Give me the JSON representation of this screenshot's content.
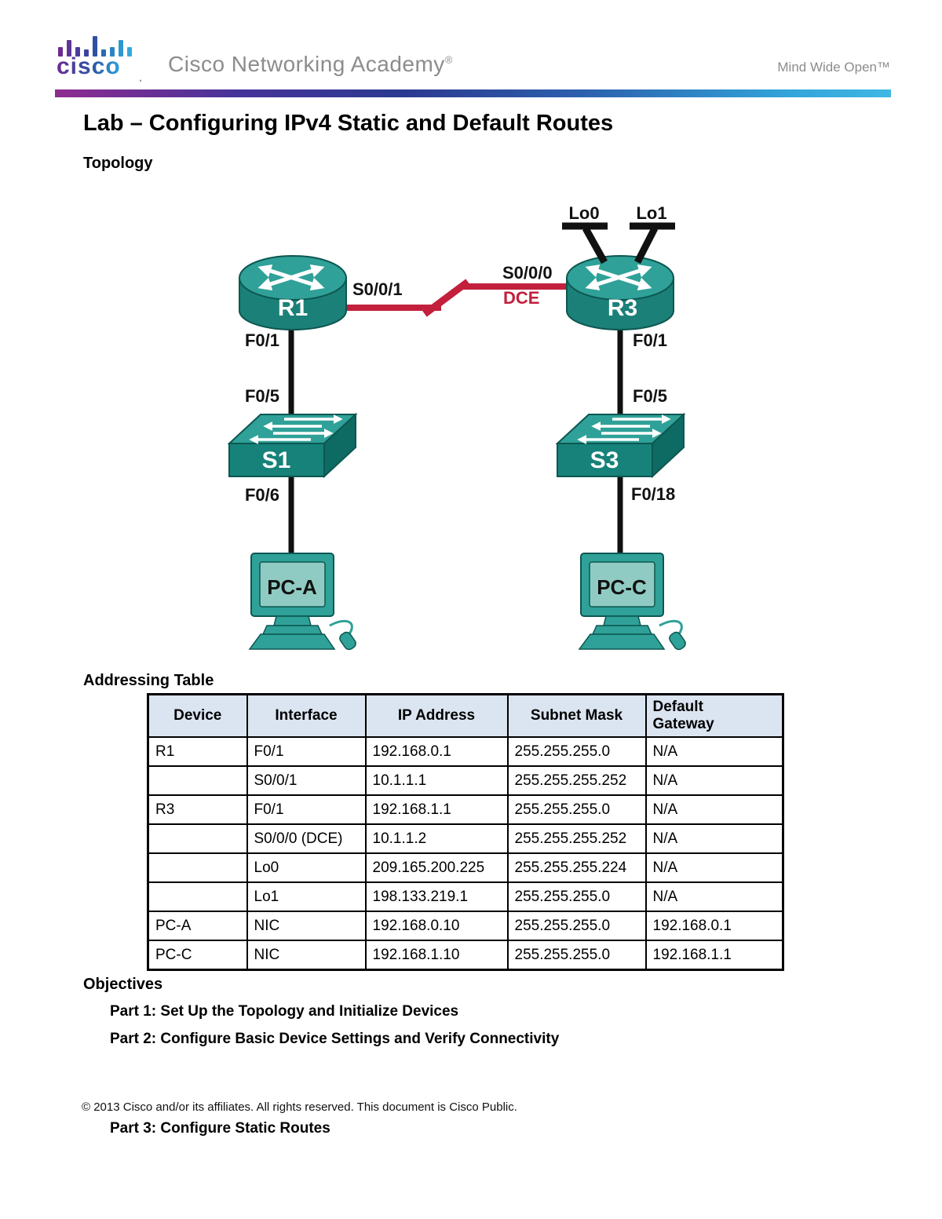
{
  "header": {
    "logo_text": "cisco",
    "logo_dot": ".",
    "brand": "Cisco Networking Academy",
    "brand_mark": "®",
    "tagline": "Mind Wide Open™"
  },
  "title": "Lab – Configuring IPv4 Static and Default Routes",
  "headings": {
    "topology": "Topology",
    "addressing_table": "Addressing Table",
    "objectives": "Objectives"
  },
  "topology": {
    "devices": {
      "r1": "R1",
      "r3": "R3",
      "s1": "S1",
      "s3": "S3",
      "pc_a": "PC-A",
      "pc_c": "PC-C"
    },
    "labels": {
      "r1_serial": "S0/0/1",
      "r3_serial": "S0/0/0",
      "dce": "DCE",
      "r1_lan": "F0/1",
      "s1_uplink": "F0/5",
      "s1_access": "F0/6",
      "r3_lan": "F0/1",
      "s3_uplink": "F0/5",
      "s3_access": "F0/18",
      "lo0": "Lo0",
      "lo1": "Lo1"
    },
    "colors": {
      "device_teal": "#2FA198",
      "device_teal_dark": "#1B8078",
      "serial_link_red": "#C2203C",
      "ethernet_black": "#111111"
    }
  },
  "addressing_table": {
    "headers": [
      "Device",
      "Interface",
      "IP Address",
      "Subnet Mask",
      "Default Gateway"
    ],
    "rows": [
      [
        "R1",
        "F0/1",
        "192.168.0.1",
        "255.255.255.0",
        "N/A"
      ],
      [
        "",
        "S0/0/1",
        "10.1.1.1",
        "255.255.255.252",
        "N/A"
      ],
      [
        "R3",
        "F0/1",
        "192.168.1.1",
        "255.255.255.0",
        "N/A"
      ],
      [
        "",
        "S0/0/0 (DCE)",
        "10.1.1.2",
        "255.255.255.252",
        "N/A"
      ],
      [
        "",
        "Lo0",
        "209.165.200.225",
        "255.255.255.224",
        "N/A"
      ],
      [
        "",
        "Lo1",
        "198.133.219.1",
        "255.255.255.0",
        "N/A"
      ],
      [
        "PC-A",
        "NIC",
        "192.168.0.10",
        "255.255.255.0",
        "192.168.0.1"
      ],
      [
        "PC-C",
        "NIC",
        "192.168.1.10",
        "255.255.255.0",
        "192.168.1.1"
      ]
    ]
  },
  "objectives": {
    "parts": [
      "Part 1: Set Up the Topology and Initialize Devices",
      "Part 2: Configure Basic Device Settings and Verify Connectivity",
      "Part 3: Configure Static Routes"
    ]
  },
  "footer": {
    "copyright": "© 2013 Cisco and/or its affiliates. All rights reserved. This document is Cisco Public."
  },
  "accent_colors": {
    "banner_gradient": [
      "#8E2C90",
      "#2B3990",
      "#3FB7E4"
    ],
    "table_header_bg": "#DBE5F1"
  }
}
